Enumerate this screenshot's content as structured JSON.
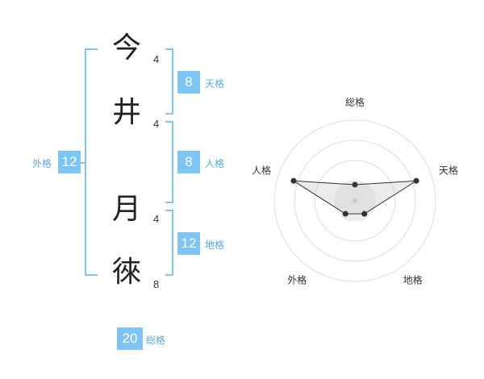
{
  "name": {
    "chars": [
      {
        "char": "今",
        "strokes": "4"
      },
      {
        "char": "井",
        "strokes": "4"
      },
      {
        "char": "月",
        "strokes": "4"
      },
      {
        "char": "徠",
        "strokes": "8"
      }
    ]
  },
  "kaku": {
    "tenkaku": {
      "value": "8",
      "label": "天格"
    },
    "jinkaku": {
      "value": "8",
      "label": "人格"
    },
    "chikaku": {
      "value": "12",
      "label": "地格"
    },
    "gaikaku": {
      "value": "12",
      "label": "外格"
    },
    "soukaku": {
      "value": "20",
      "label": "総格"
    }
  },
  "colors": {
    "accent": "#7cc5f4",
    "label": "#5aa9dc"
  },
  "chart_data": {
    "type": "radar",
    "axes": [
      "総格",
      "天格",
      "地格",
      "外格",
      "人格"
    ],
    "values": [
      1,
      4,
      1,
      1,
      4
    ],
    "max": 5,
    "rings": 4
  }
}
